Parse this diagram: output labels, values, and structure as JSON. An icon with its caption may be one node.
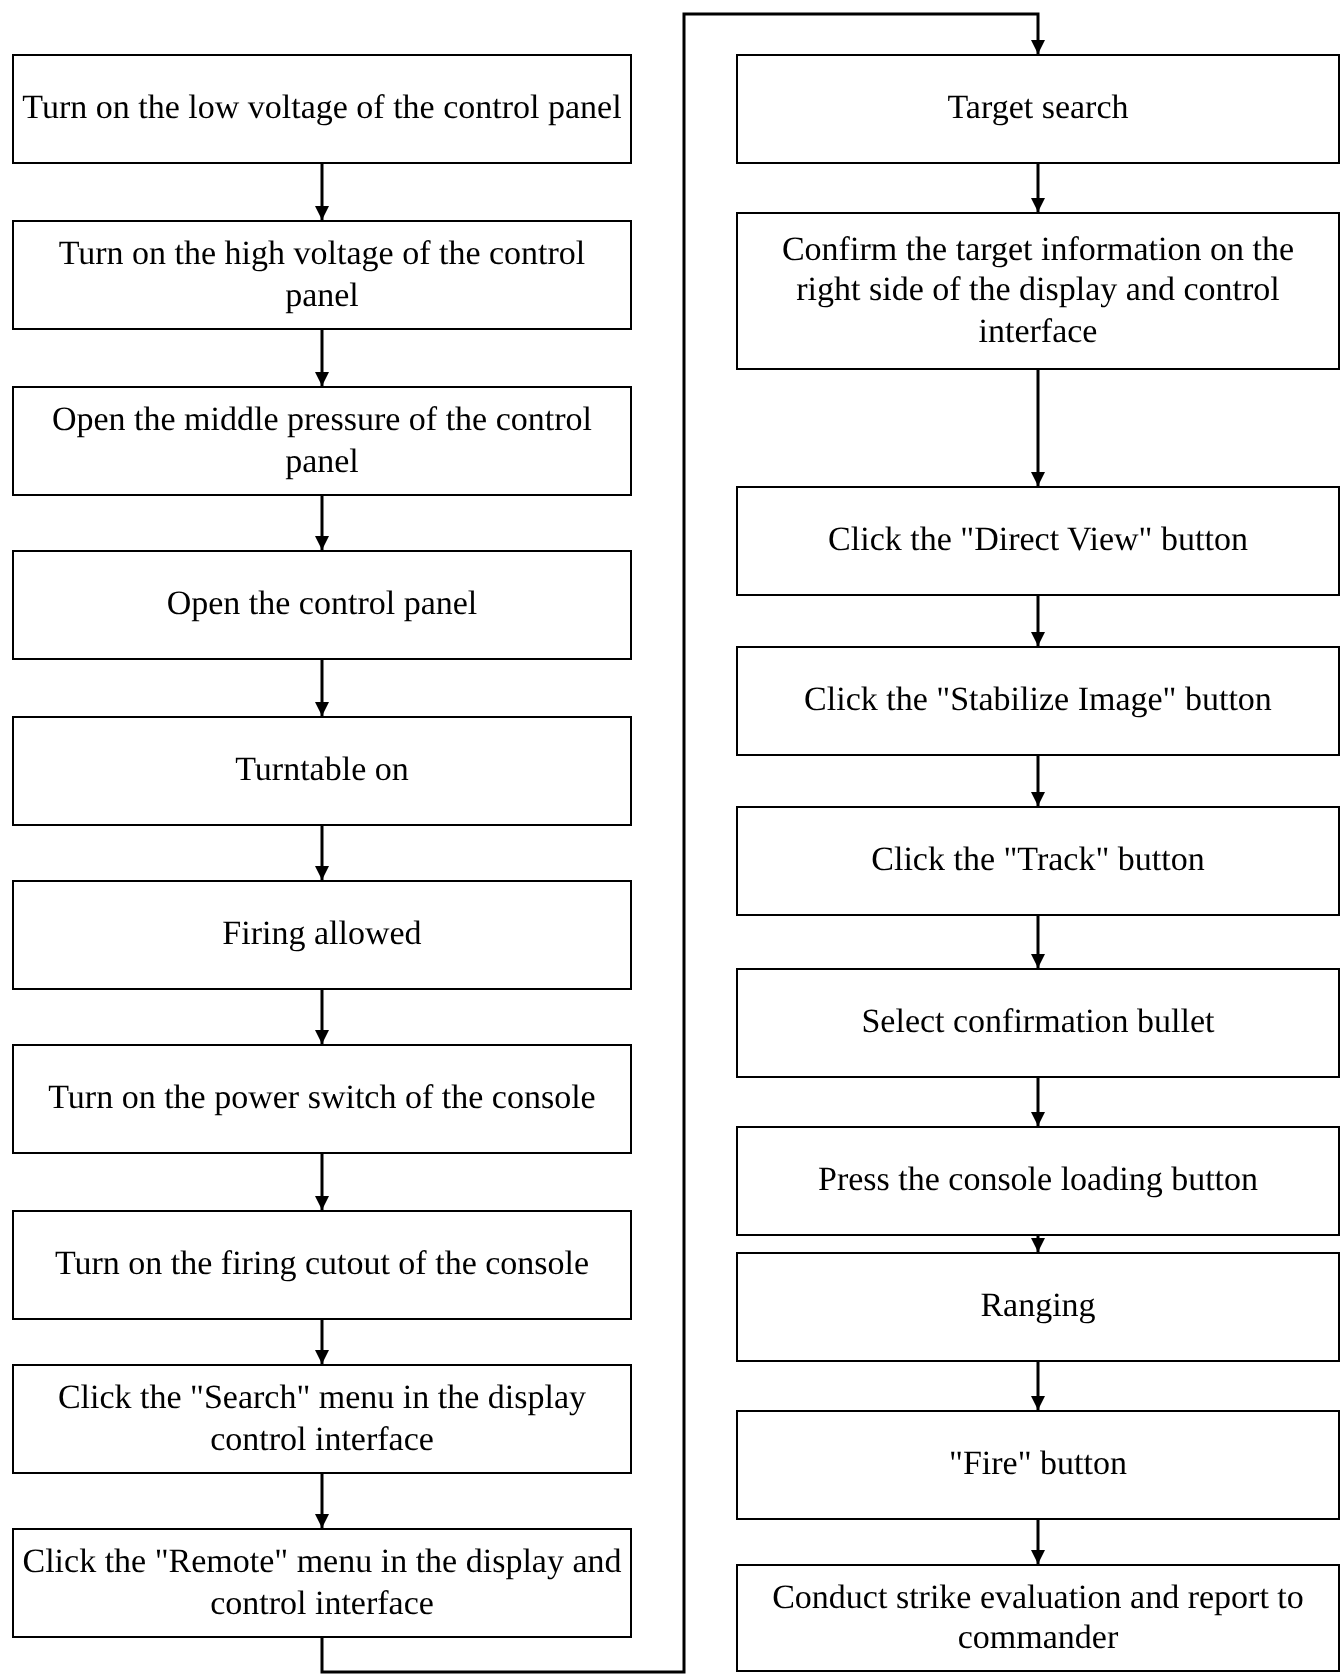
{
  "diagram": {
    "nodes": [
      {
        "text": [
          "Turn on the low voltage of the control panel"
        ]
      },
      {
        "text": [
          "Turn on the high voltage of the control panel"
        ]
      },
      {
        "text": [
          "Open the middle pressure of the control panel"
        ]
      },
      {
        "text": [
          "Open the control panel"
        ]
      },
      {
        "text": [
          "Turntable on"
        ]
      },
      {
        "text": [
          "Firing allowed"
        ]
      },
      {
        "text": [
          "Turn on the power switch of the console"
        ]
      },
      {
        "text": [
          "Turn on the firing cutout of the console"
        ]
      },
      {
        "text": [
          "Click the \"Search\" menu in the display control interface"
        ]
      },
      {
        "text": [
          "Click the \"Remote\" menu in the display and control interface"
        ]
      },
      {
        "text": [
          "Target search"
        ]
      },
      {
        "text": [
          "Confirm the target information on the right side of the display and control interface"
        ]
      },
      {
        "text": [
          "Click the \"Direct View\" button"
        ]
      },
      {
        "text": [
          "Click the \"Stabilize Image\" button"
        ]
      },
      {
        "text": [
          "Click the \"Track\" button"
        ]
      },
      {
        "text": [
          "Select confirmation bullet"
        ]
      },
      {
        "text": [
          "Press the console loading button"
        ]
      },
      {
        "text": [
          "Ranging"
        ]
      },
      {
        "text": [
          "\"Fire\" button"
        ]
      },
      {
        "text": [
          "Conduct strike evaluation and report to commander"
        ]
      }
    ],
    "edges": [
      {
        "from": 0,
        "to": 1,
        "arrow": "to"
      },
      {
        "from": 1,
        "to": 2,
        "arrow": "to"
      },
      {
        "from": 2,
        "to": 3,
        "arrow": "to"
      },
      {
        "from": 3,
        "to": 4,
        "arrow": "to"
      },
      {
        "from": 4,
        "to": 5,
        "arrow": "to"
      },
      {
        "from": 5,
        "to": 6,
        "arrow": "to"
      },
      {
        "from": 6,
        "to": 7,
        "arrow": "to"
      },
      {
        "from": 7,
        "to": 8,
        "arrow": "to"
      },
      {
        "from": 8,
        "to": 9,
        "arrow": "to"
      },
      {
        "from": 9,
        "to": 10,
        "arrow": "to"
      },
      {
        "from": 10,
        "to": 11,
        "arrow": "to"
      },
      {
        "from": 11,
        "to": 12,
        "arrow": "to"
      },
      {
        "from": 12,
        "to": 13,
        "arrow": "to"
      },
      {
        "from": 13,
        "to": 14,
        "arrow": "to"
      },
      {
        "from": 14,
        "to": 15,
        "arrow": "to"
      },
      {
        "from": 15,
        "to": 16,
        "arrow": "to"
      },
      {
        "from": 16,
        "to": 17,
        "arrow": "to"
      },
      {
        "from": 17,
        "to": 18,
        "arrow": "to"
      },
      {
        "from": 18,
        "to": 19,
        "arrow": "to"
      }
    ]
  }
}
